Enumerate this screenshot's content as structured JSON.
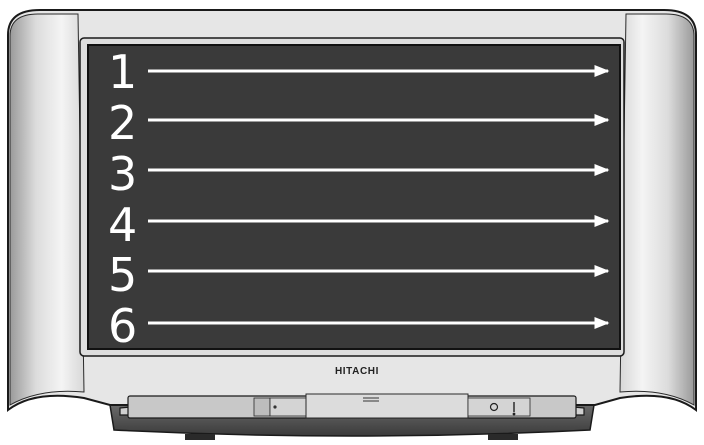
{
  "brand": "HITACHI",
  "scan_lines": [
    {
      "label": "1"
    },
    {
      "label": "2"
    },
    {
      "label": "3"
    },
    {
      "label": "4"
    },
    {
      "label": "5"
    },
    {
      "label": "6"
    }
  ],
  "colors": {
    "cabinet": "#e8e8e8",
    "outline": "#1a1a1a",
    "screen": "#3a3a3a",
    "line": "#ffffff",
    "base": "#505050"
  },
  "icons": {
    "power_button": "power-icon",
    "indicator": "led-icon"
  }
}
